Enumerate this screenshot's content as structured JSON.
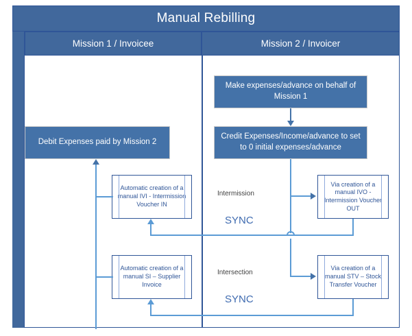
{
  "diagram": {
    "title": "Manual Rebilling",
    "lanes": [
      {
        "label": "Mission 1 / Invoicee"
      },
      {
        "label": "Mission 2 / Invoicer"
      }
    ],
    "nodes": {
      "make_expenses": "Make expenses/advance on behalf of Mission 1",
      "credit_expenses": "Credit Expenses/Income/advance to set to 0 initial expenses/advance",
      "debit_expenses": "Debit Expenses paid by Mission 2",
      "ivi_in": "Automatic creation of a manual IVI - Intermission Voucher IN",
      "ivo_out": "Via creation of a manual IVO - Intermission Voucher OUT",
      "si_invoice": "Automatic creation of a manual SI – Supplier Invoice",
      "stv_voucher": "Via creation of a manual STV – Stock Transfer Voucher"
    },
    "annotations": {
      "intermission": "Intermission",
      "intersection": "Intersection",
      "sync_top": "SYNC",
      "sync_bottom": "SYNC"
    },
    "colors": {
      "band": "#41689c",
      "box_fill": "#4472a8",
      "box_border": "#2f5597",
      "connector": "#5b9bd5",
      "text_on_fill": "#ffffff",
      "outline_text": "#2f5597",
      "label_text": "#404040",
      "sync_text": "#3f6bb0"
    }
  }
}
